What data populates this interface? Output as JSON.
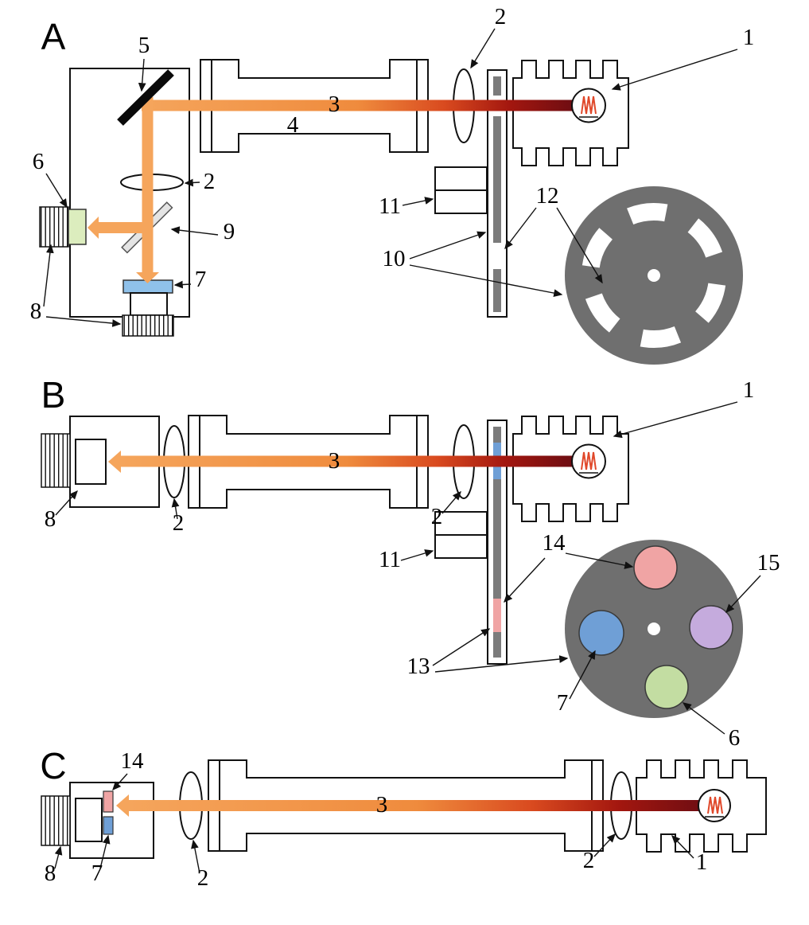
{
  "labels": {
    "A": {
      "panel_letter": "A",
      "n1": "1",
      "n2_source_lens": "2",
      "n2_camera_lens": "2",
      "n3": "3",
      "n4": "4",
      "n5": "5",
      "n6": "6",
      "n7": "7",
      "n8": "8",
      "n9": "9",
      "n10": "10",
      "n11": "11",
      "n12": "12"
    },
    "B": {
      "panel_letter": "B",
      "n1": "1",
      "n2_detector_lens": "2",
      "n2_source_lens": "2",
      "n3": "3",
      "n6": "6",
      "n7": "7",
      "n8": "8",
      "n11": "11",
      "n13": "13",
      "n14": "14",
      "n15": "15"
    },
    "C": {
      "panel_letter": "C",
      "n1": "1",
      "n2_detector_lens": "2",
      "n2_source_lens": "2",
      "n3": "3",
      "n7": "7",
      "n8": "8",
      "n14": "14"
    }
  },
  "colors": {
    "beam_orange": "#f5a55c",
    "beam_mid": "#ef8b3d",
    "beam_red": "#d94a1f",
    "beam_deep": "#a3170f",
    "beam_dark": "#6e0d12",
    "wheel_gray": "#6f6f6f",
    "blade_gray": "#7b7b7b",
    "filter_pink": "#f0a4a4",
    "filter_blue": "#6f9fd6",
    "filter_purple": "#c5abdd",
    "filter_green": "#c3dda2",
    "detector_green": "#dcedbe",
    "detector_blue": "#8fc1ea",
    "splitter_gray": "#e4e4e4",
    "coil_red": "#e0482a"
  }
}
